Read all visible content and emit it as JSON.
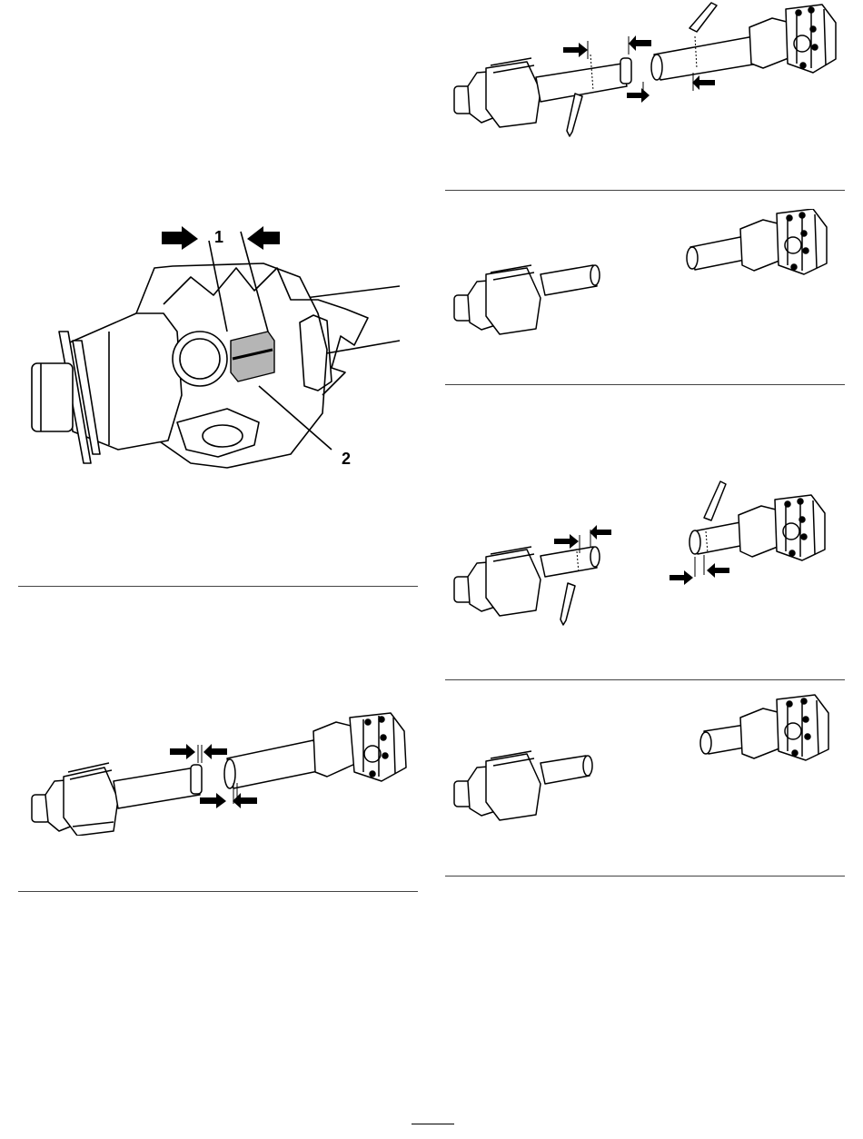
{
  "figure_main": {
    "callout_1": "1",
    "callout_2": "2"
  },
  "figures": [
    {
      "id": "shaft-alignment-measure",
      "description_icon": "driveshaft-halves-measure-illustration"
    },
    {
      "id": "shaft-mark-pencil",
      "description_icon": "driveshaft-mark-illustration"
    },
    {
      "id": "shaft-separated",
      "description_icon": "driveshaft-separated-illustration"
    },
    {
      "id": "shaft-cut-mark",
      "description_icon": "driveshaft-cut-mark-illustration"
    },
    {
      "id": "shaft-shortened",
      "description_icon": "driveshaft-shortened-illustration"
    }
  ]
}
